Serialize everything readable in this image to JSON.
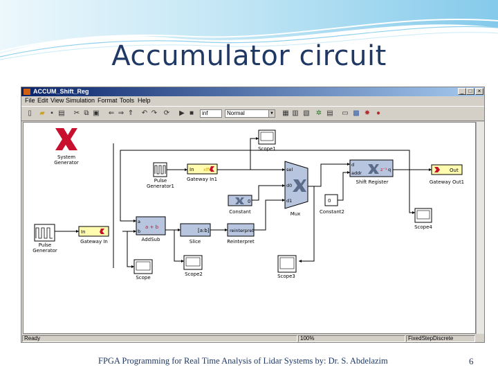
{
  "slide": {
    "title": "Accumulator circuit",
    "footer": "FPGA Programming for Real Time Analysis of Lidar Systems by: Dr. S. Abdelazim",
    "page_number": "6"
  },
  "window": {
    "title": "ACCUM_Shift_Reg",
    "minimize": "_",
    "maximize": "□",
    "close": "×"
  },
  "menu": [
    "File",
    "Edit",
    "View",
    "Simulation",
    "Format",
    "Tools",
    "Help"
  ],
  "toolbar": {
    "stop_time": "inf",
    "sim_mode": "Normal"
  },
  "blocks": {
    "system_generator": "System\nGenerator",
    "pulse_generator1": "Pulse\nGenerator1",
    "gateway_in1": "Gateway In1",
    "gateway_in1_port": "In",
    "gateway_in1_type": "xlfix",
    "scope1": "Scope1",
    "mux": "Mux",
    "mux_sel": "sel",
    "mux_d0": "d0",
    "mux_d1": "d1",
    "shift_register": "Shift Register",
    "shift_reg_d": "d",
    "shift_reg_addr": "addr",
    "shift_reg_q": "q",
    "shift_reg_z": "z⁻¹",
    "gateway_out1": "Gateway Out1",
    "gateway_out1_port": "Out",
    "constant": "Constant",
    "constant_val": "0",
    "constant2": "Constant2",
    "constant2_val": "0",
    "scope4": "Scope4",
    "pulse_generator": "Pulse\nGenerator",
    "gateway_in": "Gateway In",
    "gateway_in_port": "In",
    "addsub": "AddSub",
    "addsub_a": "a",
    "addsub_b": "b",
    "addsub_op": "a + b",
    "slice": "Slice",
    "slice_label": "[a:b]",
    "reinterpret": "Reinterpret",
    "reinterpret_label": "reinterpret",
    "scope": "Scope",
    "scope2": "Scope2",
    "scope3": "Scope3"
  },
  "status": {
    "state": "Ready",
    "zoom": "100%",
    "solver": "FixedStepDiscrete"
  },
  "colors": {
    "title_blue": "#1f3864",
    "wave_light": "#bfe5f4",
    "wave_mid": "#7fc8e8",
    "block_blue": "#b7c5de",
    "block_yellow": "#fffcb0",
    "xilinx_red": "#c8102e"
  }
}
